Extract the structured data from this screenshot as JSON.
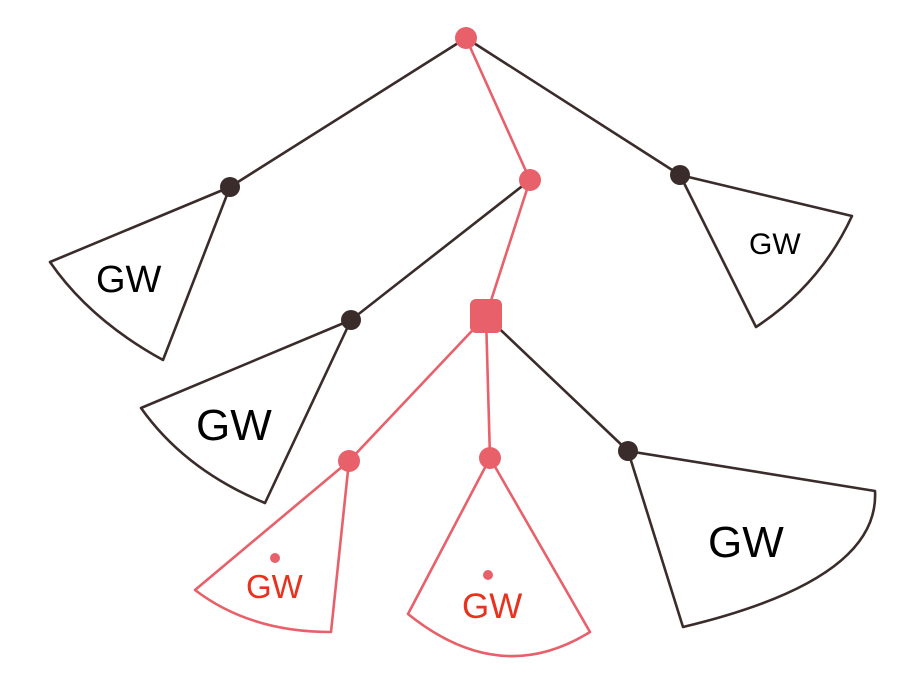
{
  "colors": {
    "dark": "#3a2c2a",
    "red": "#e8606a",
    "red_text": "#e8321e",
    "background": "#ffffff"
  },
  "labels": {
    "gw_left_top": "GW",
    "gw_right_top": "GW",
    "gw_left_mid": "GW",
    "gw_red_left": "GW",
    "gw_red_mid": "GW",
    "gw_right_bottom": "GW"
  }
}
